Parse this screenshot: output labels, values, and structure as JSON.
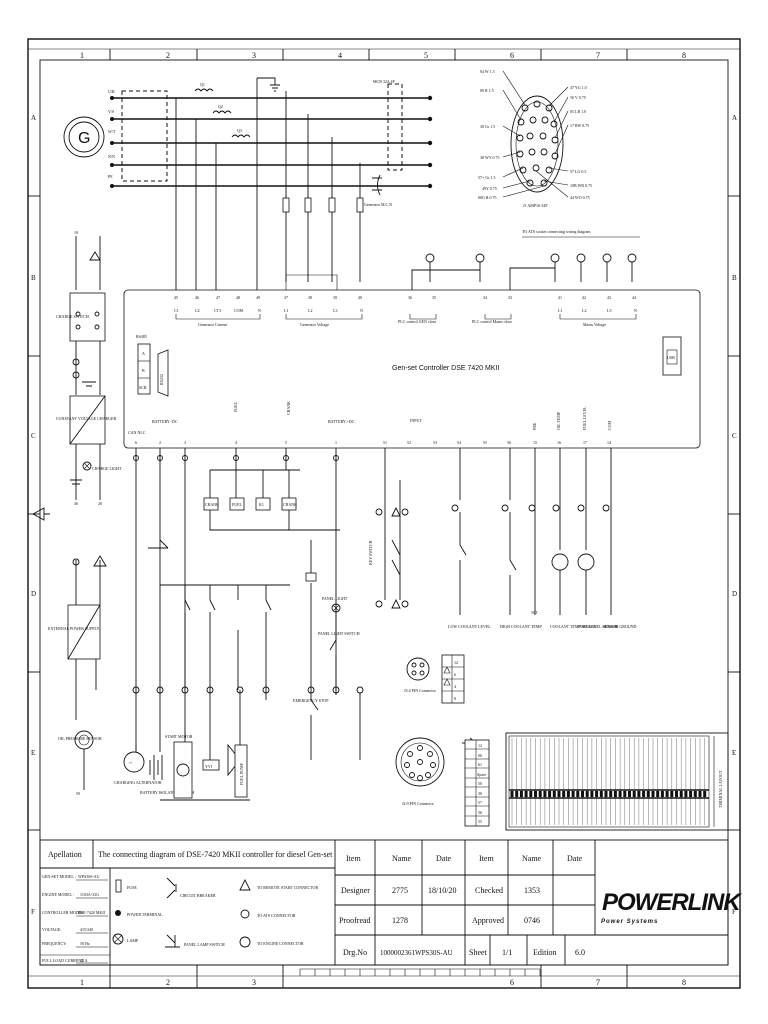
{
  "grid": {
    "columns": [
      "1",
      "2",
      "3",
      "4",
      "5",
      "6",
      "7",
      "8"
    ],
    "rows": [
      "A",
      "B",
      "C",
      "D",
      "E",
      "F"
    ]
  },
  "generator": {
    "symbol": "G",
    "phases": [
      "U/R",
      "V/S",
      "W/T",
      "N/N",
      "PE"
    ]
  },
  "fuses": [
    "Q1",
    "Q2",
    "Q3"
  ],
  "breaker_label": "MCB 32A 4P",
  "gen_neutral_label": "Generator M.C.N",
  "connector_j1": {
    "title": "J1 AMP16-34F",
    "left_pins": [
      "04 W 1.5",
      "00 R 1.5",
      "30 Gr 1.5",
      "38 WY 0.75",
      "57+ Gr 1.5",
      "49Y 0.75",
      "00G R 0.75"
    ],
    "right_pins": [
      "47 YG 1.0",
      "50 V 0.75",
      "05 LB 1.0",
      "17 RW 0.75",
      "57 LG 0.5",
      "10B WR 0.75",
      "44 WO 0.75"
    ]
  },
  "ats_note": "TO ATS  socket connecting wiring diagram",
  "controller": {
    "title": "Gen-set Controller DSE 7420 MKII",
    "rs485_label": "RS485",
    "rs485_pins": [
      "A",
      "B",
      "SCR"
    ],
    "rs232_label": "RS232",
    "usb_label": "USB",
    "top_terminals": [
      "45",
      "46",
      "47",
      "48",
      "49",
      "37",
      "38",
      "39",
      "40",
      "36",
      "35",
      "34",
      "33",
      "41",
      "42",
      "43",
      "44"
    ],
    "top_sub": [
      "C1",
      "C2",
      "CT3",
      "COM",
      "N",
      "L1",
      "L2",
      "L3",
      "N",
      "",
      "",
      "",
      "",
      "L1",
      "L2",
      "L3",
      "N"
    ],
    "groups": [
      "Generator Current",
      "Generator Voltage",
      "PLC control GEN close",
      "PLC control Mains close",
      "Mains Voltage"
    ],
    "bottom_terminals": [
      "6",
      "2",
      "3",
      "4",
      "5",
      "1",
      "51",
      "52",
      "53",
      "54",
      "55",
      "56",
      "15",
      "16",
      "17",
      "14"
    ],
    "bottom_labels": [
      "CAN NLC",
      "BATTERY -DC",
      "FUEL",
      "CRANK",
      "BATTERY +DC",
      "INPUT",
      "PRE",
      "OIL TEMP",
      "FUEL LEVEL",
      "COM"
    ]
  },
  "left_panel": {
    "charge": "CHARGE SWITCH",
    "charger": "CONSTANT VOLTAGE CHARGER",
    "charge_lamp": "CHARGE LIGHT",
    "power_supply": "EXTERNAL POWER SUPPLY",
    "oil_sensor": "OIL PRESSURE SENSOR"
  },
  "center_panel": {
    "relays": [
      "CRANK",
      "FUEL",
      "K1",
      "CRANK"
    ],
    "emergency": "EMERGENCY STOP",
    "panel_light": "PANEL LIGHT SWITCH",
    "panel_lamp": "PANEL LIGHT",
    "starter": "START MOTOR",
    "charging": "CHARGING ALTERNATOR",
    "battery": "BATTERY ISOLATOR SWITCH",
    "fuel_pump": "FUEL PUMP",
    "yv1": "YV1",
    "key_switch": "KEY SWITCH"
  },
  "sensors": [
    "LOW COOLANT LEVEL",
    "HIGH COOLANT TEMP",
    "COOLANT TEMP SENSOR",
    "FUEL LEVEL SENSOR",
    "SENSOR GROUND"
  ],
  "connector_j3": {
    "title": "J3:4 PIN Connector",
    "pins": [
      "12",
      "6",
      "4",
      "8"
    ]
  },
  "connector_j2": {
    "title": "J2:9 PIN Connector",
    "pins": [
      "12",
      "06",
      "61",
      "Spare",
      "50",
      "30",
      "57",
      "56",
      "55"
    ]
  },
  "terminal_layout_label": "TERMINAL LAYOUT",
  "title_block": {
    "application_label": "Apellation",
    "application": "The connecting diagram of DSE-7420 MKII controller for diesel Gen-set",
    "specs": [
      {
        "k": "GEN-SET MODEL :",
        "v": "WPS30S-AU"
      },
      {
        "k": "ENGINE MODEL :",
        "v": "1103A-33G"
      },
      {
        "k": "CONTROLLER MODEL",
        "v": "DSE-7420 MKII"
      },
      {
        "k": "VOLTAGE:",
        "v": "415/240"
      },
      {
        "k": "FREQUENCY:",
        "v": "50 Hz"
      },
      {
        "k": "FULL LOAD CURRENT:",
        "v": "42 A"
      }
    ],
    "legend": [
      {
        "sym": "fuse",
        "label": "FUSE"
      },
      {
        "sym": "terminal",
        "label": "POWER TERMINAL"
      },
      {
        "sym": "lamp",
        "label": "LAMP"
      },
      {
        "sym": "breaker",
        "label": "CIRCUIT BREAKER"
      },
      {
        "sym": "panel-lamp-switch",
        "label": "PANEL LAMP SWITCH"
      },
      {
        "sym": "remote",
        "label": "TO REMOTE START CONNECTOR"
      },
      {
        "sym": "ats",
        "label": "TO ATS CONNECTOR"
      },
      {
        "sym": "engine",
        "label": "TO ENGINE CONNECTOR"
      }
    ],
    "table_headers": [
      "Item",
      "Name",
      "Date",
      "Item",
      "Name",
      "Date"
    ],
    "designer_label": "Designer",
    "designer": "2775",
    "design_date": "18/10/20",
    "checked_label": "Checked",
    "checked": "1353",
    "proofread_label": "Proofread",
    "proofread": "1278",
    "approved_label": "Approved",
    "approved": "0746",
    "drg_label": "Drg.No",
    "drg_no": "1000002361WPS30S-AU",
    "sheet_label": "Sheet",
    "sheet": "1/1",
    "edition_label": "Edition",
    "edition": "6.0"
  },
  "brand": {
    "name": "POWERLINK",
    "tagline": "Power Systems"
  }
}
